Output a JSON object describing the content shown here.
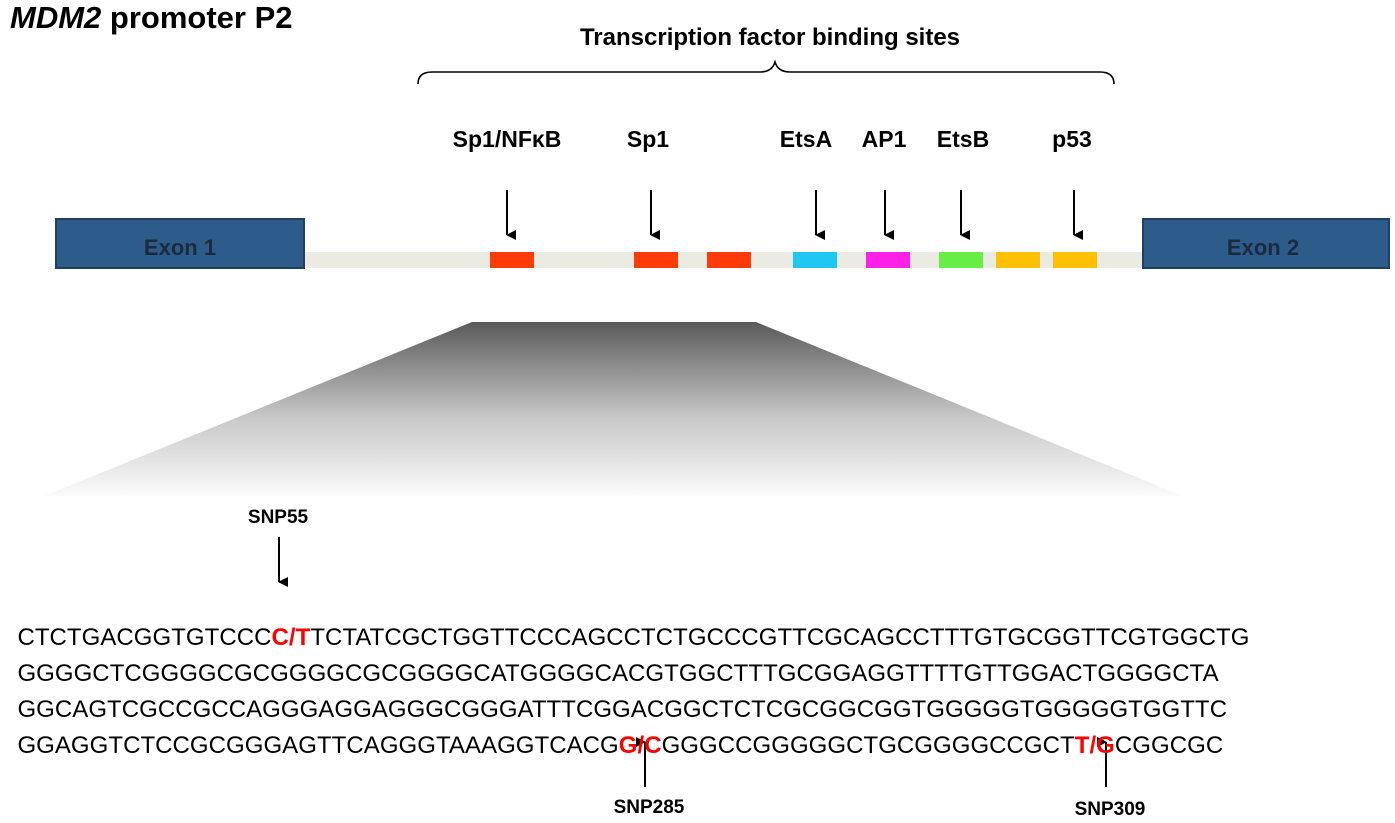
{
  "title": {
    "gene": "MDM2",
    "rest": " promoter  P2"
  },
  "tf_header": "Transcription factor binding sites",
  "binding_sites": [
    {
      "label": "Sp1/NFκB",
      "color": "#ff3b0a"
    },
    {
      "label": "Sp1",
      "color": "#ff3b0a"
    },
    {
      "label": "",
      "color": "#ff3b0a"
    },
    {
      "label": "EtsA",
      "color": "#1ec8f0"
    },
    {
      "label": "AP1",
      "color": "#ff20e8"
    },
    {
      "label": "EtsB",
      "color": "#66ee44"
    },
    {
      "label": "",
      "color": "#ffc000"
    },
    {
      "label": "p53",
      "color": "#ffc000"
    }
  ],
  "exons": [
    {
      "label": "Exon 1"
    },
    {
      "label": "Exon 2"
    }
  ],
  "colors": {
    "exon_fill": "#2e5c8a",
    "exon_border": "#1f3f63",
    "promoter_line": "#ecebe3",
    "snp": "#ff0000"
  },
  "sequence_lines": [
    {
      "segments": [
        {
          "text": "CTCTGACGGTGTCCC",
          "snp": false
        },
        {
          "text": "C/T",
          "snp": true
        },
        {
          "text": "TCTATCGCTGGTTCCCAGCCTCTGCCCGTTCGCAGCCTTTGTGCGGTTCGTGGCTG",
          "snp": false
        }
      ]
    },
    {
      "segments": [
        {
          "text": "GGGGCTCGGGGCGCGGGGCGCGGGGCATGGGGCACGTGGCTTTGCGGAGGTTTTGTTGGACTGGGGCTA",
          "snp": false
        }
      ]
    },
    {
      "segments": [
        {
          "text": "GGCAGTCGCCGCCAGGGAGGAGGGCGGGATTTCGGACGGCTCTCGCGGCGGTGGGGGTGGGGGTGGTTC",
          "snp": false
        }
      ]
    },
    {
      "segments": [
        {
          "text": "GGAGGTCTCCGCGGGAGTTCAGGGTAAAGGTCACG",
          "snp": false
        },
        {
          "text": "G/C",
          "snp": true
        },
        {
          "text": "GGGCCGGGGGCTGCGGGGCCGCT",
          "snp": false
        },
        {
          "text": "T/G",
          "snp": true
        },
        {
          "text": "CGGCGC",
          "snp": false
        }
      ]
    }
  ],
  "snps": [
    {
      "label": "SNP55"
    },
    {
      "label": "SNP285"
    },
    {
      "label": "SNP309"
    }
  ]
}
